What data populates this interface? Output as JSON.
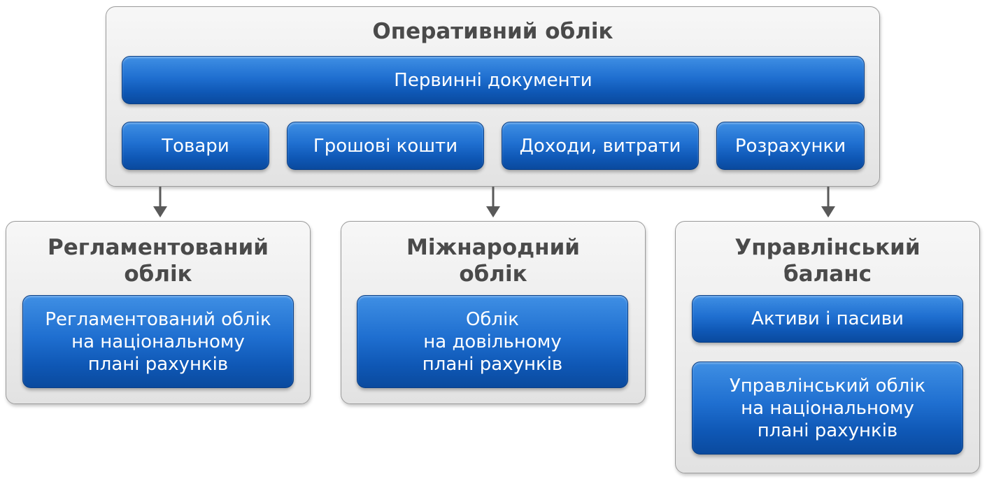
{
  "top": {
    "title": "Оперативний облік",
    "primary": "Первинні документи",
    "items": [
      "Товари",
      "Грошові кошти",
      "Доходи, витрати",
      "Розрахунки"
    ]
  },
  "boxes": [
    {
      "title": "Регламентований\nоблік",
      "items": [
        "Регламентований облік\nна національному\nплані рахунків"
      ]
    },
    {
      "title": "Міжнародний\nоблік",
      "items": [
        "Облік\nна довільному\nплані рахунків"
      ]
    },
    {
      "title": "Управлінський\nбаланс",
      "items": [
        "Активи і пасиви",
        "Управлінський облік\nна національному\nплані рахунків"
      ]
    }
  ],
  "colors": {
    "pill_blue": "#1f6fd0",
    "panel_gray": "#ececec",
    "title_text": "#4a4a4a",
    "arrow": "#595959"
  }
}
